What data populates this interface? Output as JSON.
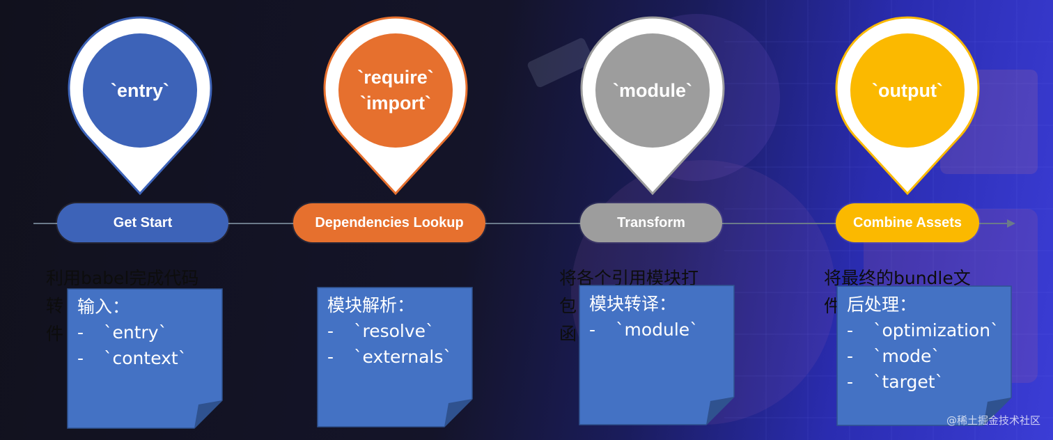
{
  "stages": [
    {
      "pin_lines": [
        "`entry`"
      ],
      "pill": "Get Start",
      "desc_lines": [
        "利用babel完成代码",
        "转",
        "件"
      ],
      "note_title": "输入：",
      "note_items": [
        "`entry`",
        "`context`"
      ],
      "color": "#3d63b8"
    },
    {
      "pin_lines": [
        "`require`",
        "`import`"
      ],
      "pill": "Dependencies Lookup",
      "desc_lines": [],
      "note_title": "模块解析：",
      "note_items": [
        "`resolve`",
        "`externals`"
      ],
      "color": "#e6702e"
    },
    {
      "pin_lines": [
        "`module`"
      ],
      "pill": "Transform",
      "desc_lines": [
        "将各个引用模块打",
        "包",
        "函"
      ],
      "note_title": "模块转译：",
      "note_items": [
        "`module`"
      ],
      "color": "#9d9d9d"
    },
    {
      "pin_lines": [
        "`output`"
      ],
      "pill": "Combine Assets",
      "desc_lines": [
        "将最终的bundle文",
        "件"
      ],
      "note_title": "后处理：",
      "note_items": [
        "`optimization`",
        "`mode`",
        "`target`"
      ],
      "color": "#fbb900"
    }
  ],
  "note_color": "#4472c4",
  "list_marker": "-",
  "watermark": "@稀土掘金技术社区"
}
